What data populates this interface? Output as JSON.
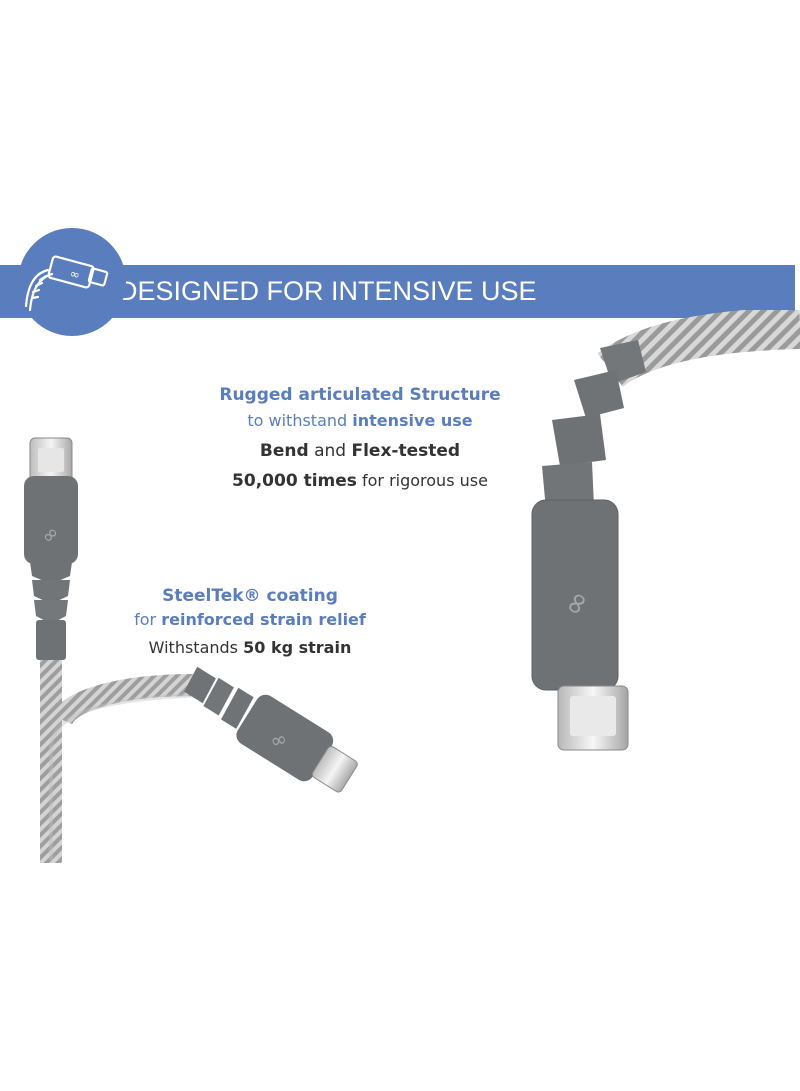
{
  "banner": {
    "title": "DESIGNED FOR INTENSIVE USE",
    "icon": "cable-connector-icon",
    "color": "#5a7dbd"
  },
  "feature1": {
    "line1": "Rugged articulated Structure",
    "line2_pre": "to withstand ",
    "line2_bold": "intensive use",
    "line3_bold_a": "Bend",
    "line3_mid": " and ",
    "line3_bold_b": "Flex-tested",
    "line4_bold": "50,000 times",
    "line4_rest": " for rigorous use"
  },
  "feature2": {
    "line1": "SteelTek® coating",
    "line2_pre": "for ",
    "line2_bold": "reinforced strain relief",
    "line3_pre": "Withstands ",
    "line3_bold": "50 kg strain"
  },
  "colors": {
    "accent": "#5a7dbd",
    "text": "#333333",
    "connector": "#6f7275",
    "braid": "#c9c9c9"
  }
}
